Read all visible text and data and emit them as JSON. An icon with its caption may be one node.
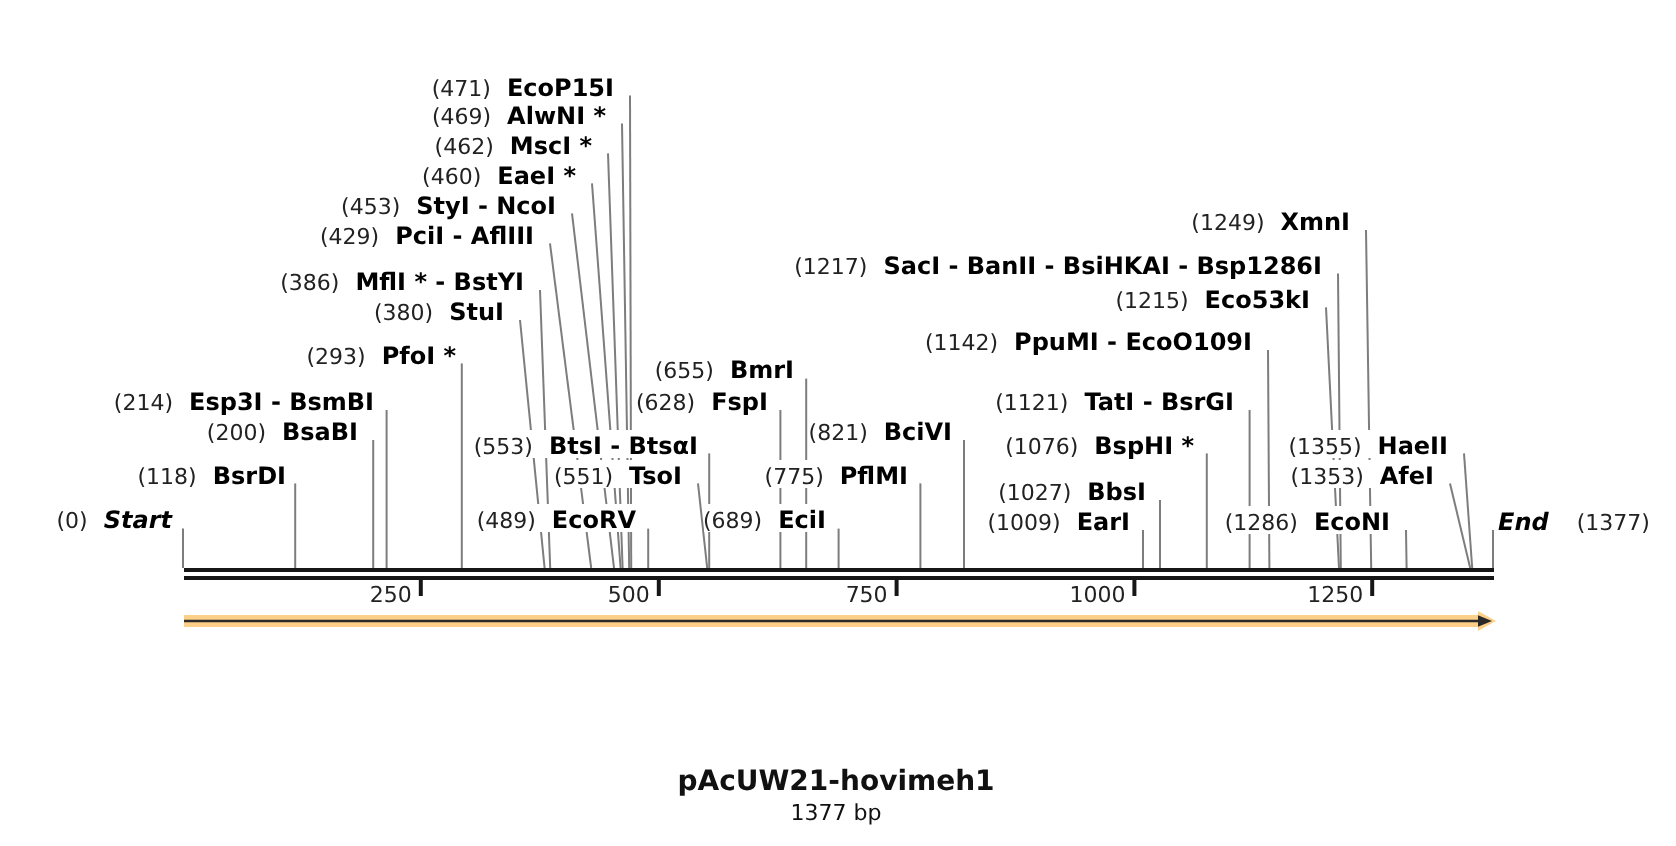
{
  "diagram": {
    "title": "pAcUW21-hovimeh1",
    "caption": "1377 bp",
    "nodes": [
      {
        "text": [
          "(471)",
          "EcoP15I"
        ]
      },
      {
        "text": [
          "(469)",
          "AlwNI *"
        ]
      },
      {
        "text": [
          "(462)",
          "MscI *"
        ]
      },
      {
        "text": [
          "(460)",
          "EaeI *"
        ]
      },
      {
        "text": [
          "(453)",
          "StyI - NcoI"
        ]
      },
      {
        "text": [
          "(1249)",
          "XmnI"
        ]
      },
      {
        "text": [
          "(429)",
          "PciI - AflIII"
        ]
      },
      {
        "text": [
          "(1217)",
          "SacI - BanII - BsiHKAI - Bsp1286I"
        ]
      },
      {
        "text": [
          "(386)",
          "MflI * - BstYI"
        ]
      },
      {
        "text": [
          "(1215)",
          "Eco53kI"
        ]
      },
      {
        "text": [
          "(380)",
          "StuI"
        ]
      },
      {
        "text": [
          "(1142)",
          "PpuMI - EcoO109I"
        ]
      },
      {
        "text": [
          "(293)",
          "PfoI *"
        ]
      },
      {
        "text": [
          "(655)",
          "BmrI"
        ]
      },
      {
        "text": [
          "(214)",
          "Esp3I - BsmBI"
        ]
      },
      {
        "text": [
          "(628)",
          "FspI"
        ]
      },
      {
        "text": [
          "(1121)",
          "TatI - BsrGI"
        ]
      },
      {
        "text": [
          "(200)",
          "BsaBI"
        ]
      },
      {
        "text": [
          "(821)",
          "BciVI"
        ]
      },
      {
        "text": [
          "(553)",
          "BtsI - BtsαI"
        ]
      },
      {
        "text": [
          "(1076)",
          "BspHI *"
        ]
      },
      {
        "text": [
          "(1355)",
          "HaeII"
        ]
      },
      {
        "text": [
          "(118)",
          "BsrDI"
        ]
      },
      {
        "text": [
          "(551)",
          "TsoI"
        ]
      },
      {
        "text": [
          "(775)",
          "PflMI"
        ]
      },
      {
        "text": [
          "(1353)",
          "AfeI"
        ]
      },
      {
        "text": [
          "(1027)",
          "BbsI"
        ]
      },
      {
        "text": [
          "(0)",
          "Start"
        ]
      },
      {
        "text": [
          "(489)",
          "EcoRV"
        ]
      },
      {
        "text": [
          "(689)",
          "EciI"
        ]
      },
      {
        "text": [
          "(1009)",
          "EarI"
        ]
      },
      {
        "text": [
          "(1286)",
          "EcoNI"
        ]
      },
      {
        "text": [
          "End",
          "(1377)"
        ]
      },
      {
        "text": [],
        "shape": "bar"
      }
    ],
    "edges": [
      {
        "from": 0,
        "to": 33,
        "arrow": "none"
      },
      {
        "from": 1,
        "to": 33,
        "arrow": "none"
      },
      {
        "from": 2,
        "to": 33,
        "arrow": "none"
      },
      {
        "from": 3,
        "to": 33,
        "arrow": "none"
      },
      {
        "from": 4,
        "to": 33,
        "arrow": "none"
      },
      {
        "from": 5,
        "to": 33,
        "arrow": "none"
      },
      {
        "from": 6,
        "to": 33,
        "arrow": "none"
      },
      {
        "from": 7,
        "to": 33,
        "arrow": "none"
      },
      {
        "from": 8,
        "to": 33,
        "arrow": "none"
      },
      {
        "from": 9,
        "to": 33,
        "arrow": "none"
      },
      {
        "from": 10,
        "to": 33,
        "arrow": "none"
      },
      {
        "from": 11,
        "to": 33,
        "arrow": "none"
      },
      {
        "from": 12,
        "to": 33,
        "arrow": "none"
      },
      {
        "from": 13,
        "to": 33,
        "arrow": "none"
      },
      {
        "from": 14,
        "to": 33,
        "arrow": "none"
      },
      {
        "from": 15,
        "to": 33,
        "arrow": "none"
      },
      {
        "from": 16,
        "to": 33,
        "arrow": "none"
      },
      {
        "from": 17,
        "to": 33,
        "arrow": "none"
      },
      {
        "from": 18,
        "to": 33,
        "arrow": "none"
      },
      {
        "from": 19,
        "to": 33,
        "arrow": "none"
      },
      {
        "from": 20,
        "to": 33,
        "arrow": "none"
      },
      {
        "from": 21,
        "to": 33,
        "arrow": "none"
      },
      {
        "from": 22,
        "to": 33,
        "arrow": "none"
      },
      {
        "from": 23,
        "to": 33,
        "arrow": "none"
      },
      {
        "from": 24,
        "to": 33,
        "arrow": "none"
      },
      {
        "from": 25,
        "to": 33,
        "arrow": "none"
      },
      {
        "from": 26,
        "to": 33,
        "arrow": "none"
      },
      {
        "from": 27,
        "to": 33,
        "arrow": "none"
      },
      {
        "from": 28,
        "to": 33,
        "arrow": "none"
      },
      {
        "from": 29,
        "to": 33,
        "arrow": "none"
      },
      {
        "from": 30,
        "to": 33,
        "arrow": "none"
      },
      {
        "from": 31,
        "to": 33,
        "arrow": "none"
      },
      {
        "from": 32,
        "to": 33,
        "arrow": "none"
      }
    ],
    "labels": [
      "250",
      "500",
      "750",
      "1000",
      "1250"
    ]
  }
}
